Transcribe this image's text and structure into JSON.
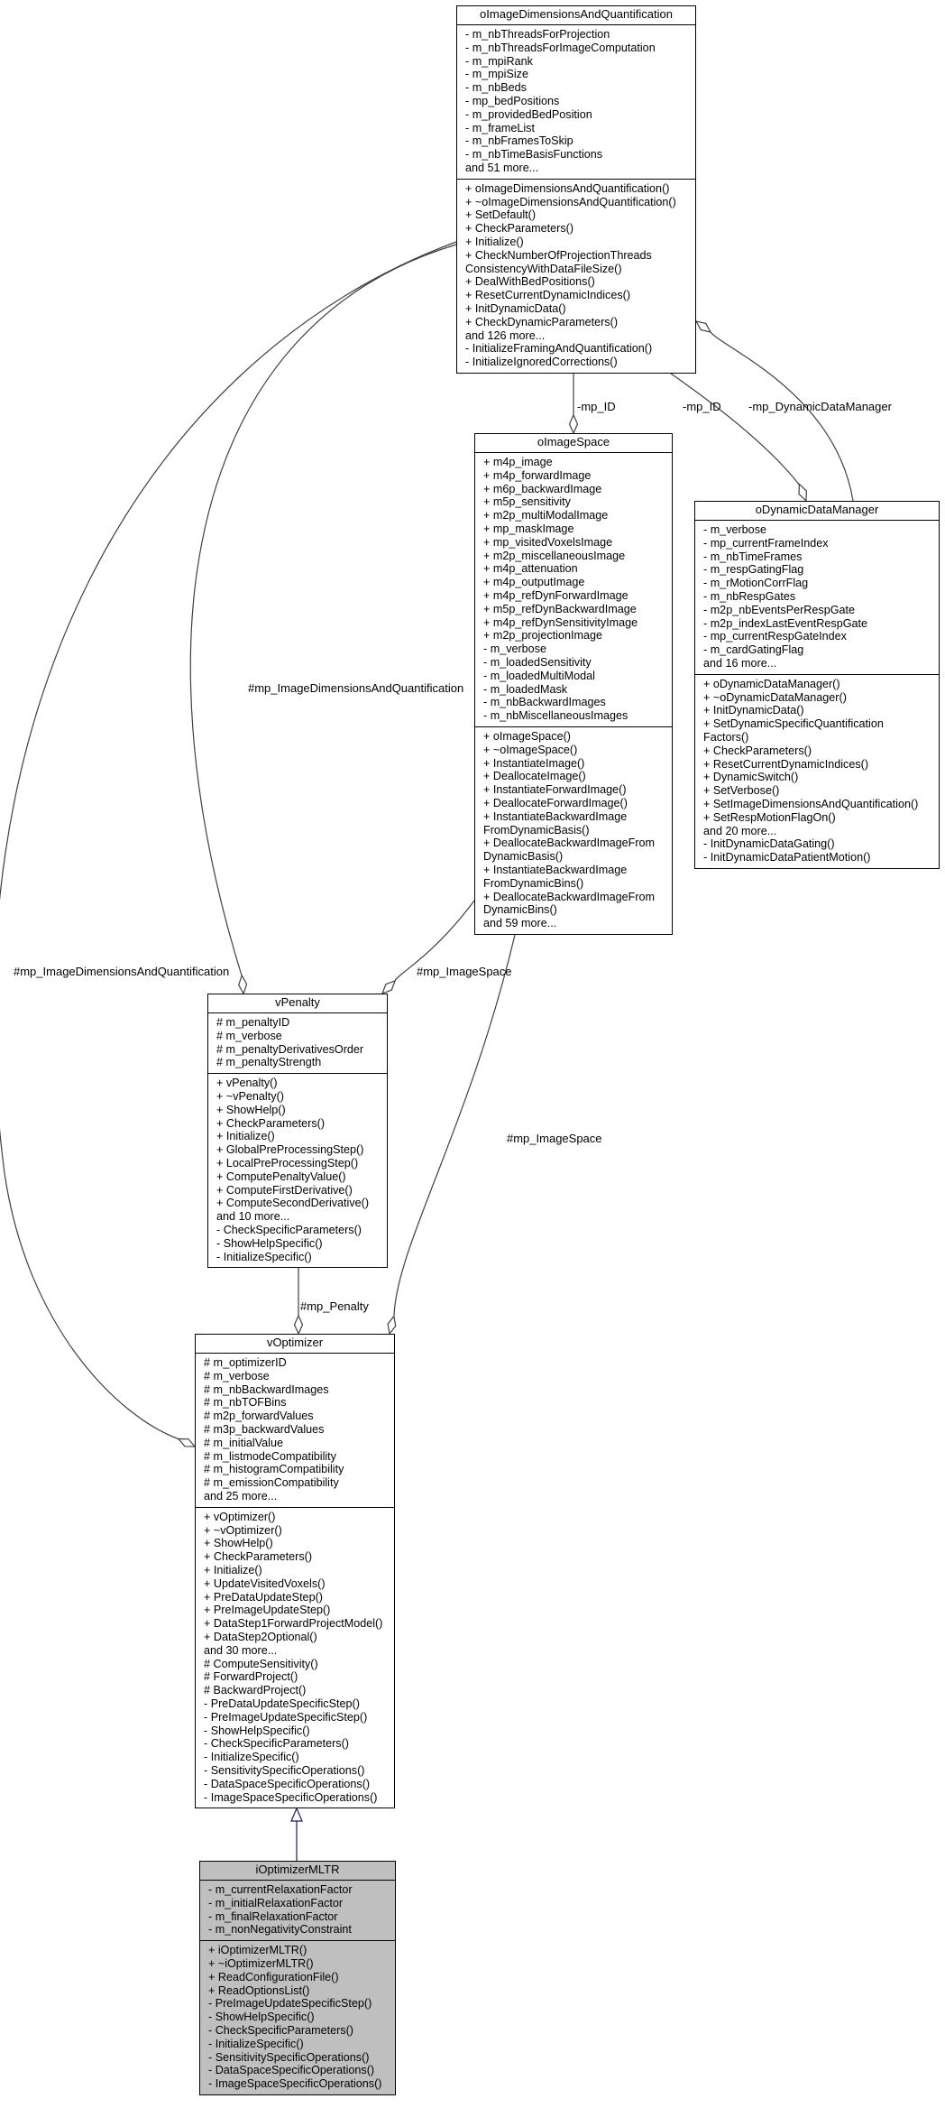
{
  "classes": {
    "oImageDimensionsAndQuantification": {
      "name": "oImageDimensionsAndQuantification",
      "attributes": [
        "- m_nbThreadsForProjection",
        "- m_nbThreadsForImageComputation",
        "- m_mpiRank",
        "- m_mpiSize",
        "- m_nbBeds",
        "- mp_bedPositions",
        "- m_providedBedPosition",
        "- m_frameList",
        "- m_nbFramesToSkip",
        "- m_nbTimeBasisFunctions",
        "and 51 more..."
      ],
      "methods": [
        "+ oImageDimensionsAndQuantification()",
        "+ ~oImageDimensionsAndQuantification()",
        "+ SetDefault()",
        "+ CheckParameters()",
        "+ Initialize()",
        "+ CheckNumberOfProjectionThreads",
        "ConsistencyWithDataFileSize()",
        "+ DealWithBedPositions()",
        "+ ResetCurrentDynamicIndices()",
        "+ InitDynamicData()",
        "+ CheckDynamicParameters()",
        "and 126 more...",
        "- InitializeFramingAndQuantification()",
        "- InitializeIgnoredCorrections()"
      ]
    },
    "oImageSpace": {
      "name": "oImageSpace",
      "attributes": [
        "+ m4p_image",
        "+ m4p_forwardImage",
        "+ m6p_backwardImage",
        "+ m5p_sensitivity",
        "+ m2p_multiModalImage",
        "+ mp_maskImage",
        "+ mp_visitedVoxelsImage",
        "+ m2p_miscellaneousImage",
        "+ m4p_attenuation",
        "+ m4p_outputImage",
        "+ m4p_refDynForwardImage",
        "+ m5p_refDynBackwardImage",
        "+ m4p_refDynSensitivityImage",
        "+ m2p_projectionImage",
        "- m_verbose",
        "- m_loadedSensitivity",
        "- m_loadedMultiModal",
        "- m_loadedMask",
        "- m_nbBackwardImages",
        "- m_nbMiscellaneousImages"
      ],
      "methods": [
        "+ oImageSpace()",
        "+ ~oImageSpace()",
        "+ InstantiateImage()",
        "+ DeallocateImage()",
        "+ InstantiateForwardImage()",
        "+ DeallocateForwardImage()",
        "+ InstantiateBackwardImage",
        "FromDynamicBasis()",
        "+ DeallocateBackwardImageFrom",
        "DynamicBasis()",
        "+ InstantiateBackwardImage",
        "FromDynamicBins()",
        "+ DeallocateBackwardImageFrom",
        "DynamicBins()",
        "and 59 more..."
      ]
    },
    "oDynamicDataManager": {
      "name": "oDynamicDataManager",
      "attributes": [
        "- m_verbose",
        "- mp_currentFrameIndex",
        "- m_nbTimeFrames",
        "- m_respGatingFlag",
        "- m_rMotionCorrFlag",
        "- m_nbRespGates",
        "- m2p_nbEventsPerRespGate",
        "- m2p_indexLastEventRespGate",
        "- mp_currentRespGateIndex",
        "- m_cardGatingFlag",
        "and 16 more..."
      ],
      "methods": [
        "+ oDynamicDataManager()",
        "+ ~oDynamicDataManager()",
        "+ InitDynamicData()",
        "+ SetDynamicSpecificQuantification",
        "Factors()",
        "+ CheckParameters()",
        "+ ResetCurrentDynamicIndices()",
        "+ DynamicSwitch()",
        "+ SetVerbose()",
        "+ SetImageDimensionsAndQuantification()",
        "+ SetRespMotionFlagOn()",
        "and 20 more...",
        "- InitDynamicDataGating()",
        "- InitDynamicDataPatientMotion()"
      ]
    },
    "vPenalty": {
      "name": "vPenalty",
      "attributes": [
        "# m_penaltyID",
        "# m_verbose",
        "# m_penaltyDerivativesOrder",
        "# m_penaltyStrength"
      ],
      "methods": [
        "+ vPenalty()",
        "+ ~vPenalty()",
        "+ ShowHelp()",
        "+ CheckParameters()",
        "+ Initialize()",
        "+ GlobalPreProcessingStep()",
        "+ LocalPreProcessingStep()",
        "+ ComputePenaltyValue()",
        "+ ComputeFirstDerivative()",
        "+ ComputeSecondDerivative()",
        "and 10 more...",
        "- CheckSpecificParameters()",
        "- ShowHelpSpecific()",
        "- InitializeSpecific()"
      ]
    },
    "vOptimizer": {
      "name": "vOptimizer",
      "attributes": [
        "# m_optimizerID",
        "# m_verbose",
        "# m_nbBackwardImages",
        "# m_nbTOFBins",
        "# m2p_forwardValues",
        "# m3p_backwardValues",
        "# m_initialValue",
        "# m_listmodeCompatibility",
        "# m_histogramCompatibility",
        "# m_emissionCompatibility",
        "and 25 more..."
      ],
      "methods": [
        "+ vOptimizer()",
        "+ ~vOptimizer()",
        "+ ShowHelp()",
        "+ CheckParameters()",
        "+ Initialize()",
        "+ UpdateVisitedVoxels()",
        "+ PreDataUpdateStep()",
        "+ PreImageUpdateStep()",
        "+ DataStep1ForwardProjectModel()",
        "+ DataStep2Optional()",
        "and 30 more...",
        "# ComputeSensitivity()",
        "# ForwardProject()",
        "# BackwardProject()",
        "- PreDataUpdateSpecificStep()",
        "- PreImageUpdateSpecificStep()",
        "- ShowHelpSpecific()",
        "- CheckSpecificParameters()",
        "- InitializeSpecific()",
        "- SensitivitySpecificOperations()",
        "- DataSpaceSpecificOperations()",
        "- ImageSpaceSpecificOperations()"
      ]
    },
    "iOptimizerMLTR": {
      "name": "iOptimizerMLTR",
      "attributes": [
        "- m_currentRelaxationFactor",
        "- m_initialRelaxationFactor",
        "- m_finalRelaxationFactor",
        "- m_nonNegativityConstraint"
      ],
      "methods": [
        "+ iOptimizerMLTR()",
        "+ ~iOptimizerMLTR()",
        "+ ReadConfigurationFile()",
        "+ ReadOptionsList()",
        "- PreImageUpdateSpecificStep()",
        "- ShowHelpSpecific()",
        "- CheckSpecificParameters()",
        "- InitializeSpecific()",
        "- SensitivitySpecificOperations()",
        "- DataSpaceSpecificOperations()",
        "- ImageSpaceSpecificOperations()"
      ]
    }
  },
  "edge_labels": {
    "id_to_imagespace": "-mp_ID",
    "id_to_dynamic": "-mp_ID",
    "dynamic_to_id": "-mp_DynamicDataManager",
    "id_to_penalty": "#mp_ImageDimensionsAndQuantification",
    "id_to_optimizer": "#mp_ImageDimensionsAndQuantification",
    "imagespace_to_penalty": "#mp_ImageSpace",
    "imagespace_to_optimizer": "#mp_ImageSpace",
    "penalty_to_optimizer": "#mp_Penalty"
  },
  "colors": {
    "highlight_fill": "#bfbfbf",
    "inheritance_arrow": "#191970",
    "association_line": "#404040"
  }
}
